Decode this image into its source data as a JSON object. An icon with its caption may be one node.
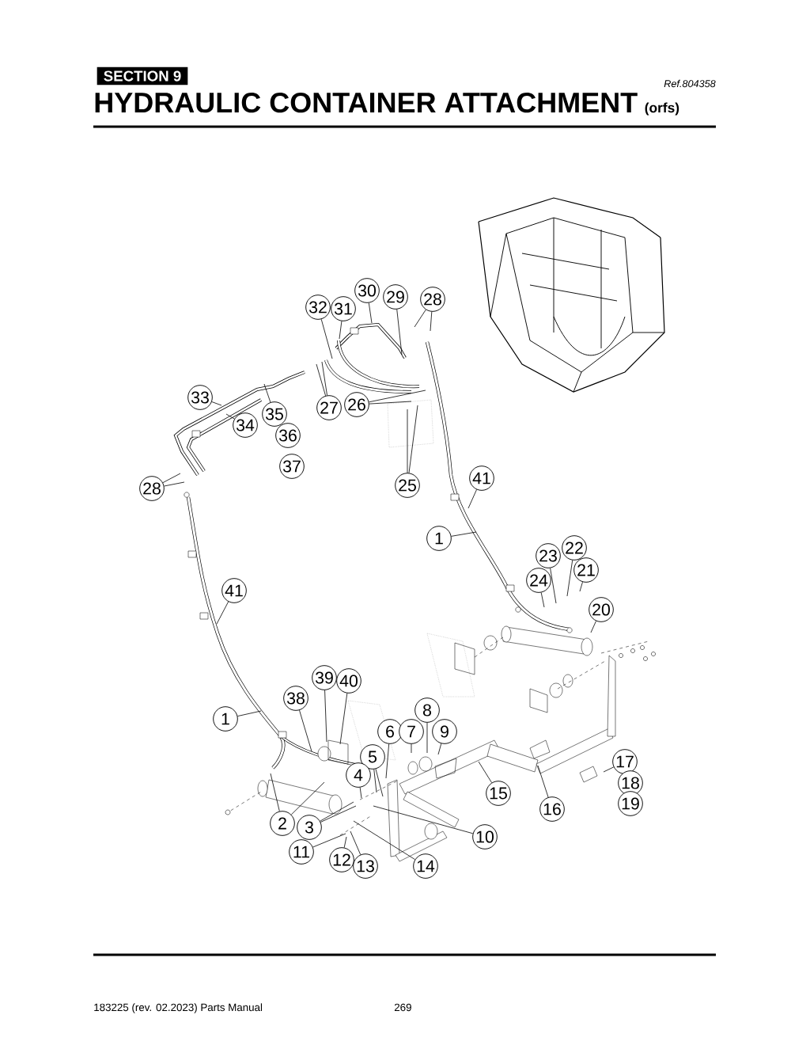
{
  "diagram": {
    "title": "HYDRAULIC CONTAINER ATTACHMENT",
    "nodes": [
      {
        "text": [
          "SECTION 9"
        ]
      },
      {
        "text": [
          "30"
        ]
      },
      {
        "text": [
          "29"
        ]
      },
      {
        "text": [
          "28"
        ]
      },
      {
        "text": [
          "32"
        ]
      },
      {
        "text": [
          "31"
        ]
      },
      {
        "text": [
          "33"
        ]
      },
      {
        "text": [
          "26"
        ]
      },
      {
        "text": [
          "27"
        ]
      },
      {
        "text": [
          "35"
        ]
      },
      {
        "text": [
          "34"
        ]
      },
      {
        "text": [
          "36"
        ]
      },
      {
        "text": [
          "37"
        ]
      },
      {
        "text": [
          "41"
        ]
      },
      {
        "text": [
          "25"
        ]
      },
      {
        "text": [
          "28"
        ]
      },
      {
        "text": [
          "1"
        ]
      },
      {
        "text": [
          "22"
        ]
      },
      {
        "text": [
          "23"
        ]
      },
      {
        "text": [
          "21"
        ]
      },
      {
        "text": [
          "24"
        ]
      },
      {
        "text": [
          "41"
        ]
      },
      {
        "text": [
          "20"
        ]
      },
      {
        "text": [
          "39"
        ]
      },
      {
        "text": [
          "40"
        ]
      },
      {
        "text": [
          "38"
        ]
      },
      {
        "text": [
          "8"
        ]
      },
      {
        "text": [
          "1"
        ]
      },
      {
        "text": [
          "6"
        ]
      },
      {
        "text": [
          "7"
        ]
      },
      {
        "text": [
          "9"
        ]
      },
      {
        "text": [
          "5"
        ]
      },
      {
        "text": [
          "17"
        ]
      },
      {
        "text": [
          "4"
        ]
      },
      {
        "text": [
          "18"
        ]
      },
      {
        "text": [
          "15"
        ]
      },
      {
        "text": [
          "19"
        ]
      },
      {
        "text": [
          "16"
        ]
      },
      {
        "text": [
          "2"
        ]
      },
      {
        "text": [
          "3"
        ]
      },
      {
        "text": [
          "10"
        ]
      },
      {
        "text": [
          "11"
        ]
      },
      {
        "text": [
          "12"
        ]
      },
      {
        "text": [
          "13"
        ]
      },
      {
        "text": [
          "14"
        ]
      }
    ],
    "edges": [
      {
        "from": 1,
        "to": null,
        "arrow": "none"
      },
      {
        "from": 2,
        "to": null,
        "arrow": "none"
      },
      {
        "from": 3,
        "to": null,
        "arrow": "none"
      },
      {
        "from": 3,
        "to": null,
        "arrow": "none"
      },
      {
        "from": 4,
        "to": null,
        "arrow": "none"
      },
      {
        "from": 5,
        "to": null,
        "arrow": "none"
      },
      {
        "from": 6,
        "to": null,
        "arrow": "none"
      },
      {
        "from": 7,
        "to": null,
        "arrow": "none"
      },
      {
        "from": 7,
        "to": null,
        "arrow": "none"
      },
      {
        "from": 8,
        "to": null,
        "arrow": "none"
      },
      {
        "from": 8,
        "to": null,
        "arrow": "none"
      },
      {
        "from": 9,
        "to": null,
        "arrow": "none"
      },
      {
        "from": 10,
        "to": null,
        "arrow": "none"
      },
      {
        "from": 13,
        "to": null,
        "arrow": "none"
      },
      {
        "from": 14,
        "to": null,
        "arrow": "none"
      },
      {
        "from": 14,
        "to": null,
        "arrow": "none"
      },
      {
        "from": 15,
        "to": null,
        "arrow": "none"
      },
      {
        "from": 15,
        "to": null,
        "arrow": "none"
      },
      {
        "from": 16,
        "to": null,
        "arrow": "none"
      },
      {
        "from": 17,
        "to": null,
        "arrow": "none"
      },
      {
        "from": 18,
        "to": null,
        "arrow": "none"
      },
      {
        "from": 19,
        "to": null,
        "arrow": "none"
      },
      {
        "from": 20,
        "to": null,
        "arrow": "none"
      },
      {
        "from": 21,
        "to": null,
        "arrow": "none"
      },
      {
        "from": 22,
        "to": null,
        "arrow": "none"
      },
      {
        "from": 23,
        "to": null,
        "arrow": "none"
      },
      {
        "from": 24,
        "to": null,
        "arrow": "none"
      },
      {
        "from": 25,
        "to": null,
        "arrow": "none"
      },
      {
        "from": 26,
        "to": null,
        "arrow": "none"
      },
      {
        "from": 27,
        "to": null,
        "arrow": "none"
      },
      {
        "from": 28,
        "to": null,
        "arrow": "none"
      },
      {
        "from": 29,
        "to": null,
        "arrow": "none"
      },
      {
        "from": 30,
        "to": null,
        "arrow": "none"
      },
      {
        "from": 31,
        "to": null,
        "arrow": "none"
      },
      {
        "from": 31,
        "to": null,
        "arrow": "none"
      },
      {
        "from": 32,
        "to": null,
        "arrow": "none"
      },
      {
        "from": 33,
        "to": null,
        "arrow": "none"
      },
      {
        "from": 35,
        "to": null,
        "arrow": "none"
      },
      {
        "from": 37,
        "to": null,
        "arrow": "none"
      },
      {
        "from": 38,
        "to": null,
        "arrow": "none"
      },
      {
        "from": 38,
        "to": null,
        "arrow": "none"
      },
      {
        "from": 39,
        "to": null,
        "arrow": "none"
      },
      {
        "from": 39,
        "to": null,
        "arrow": "none"
      },
      {
        "from": 40,
        "to": null,
        "arrow": "none"
      },
      {
        "from": 41,
        "to": null,
        "arrow": "none"
      },
      {
        "from": 42,
        "to": null,
        "arrow": "none"
      },
      {
        "from": 43,
        "to": null,
        "arrow": "none"
      },
      {
        "from": 44,
        "to": null,
        "arrow": "none"
      }
    ],
    "labels": [
      "Ref.804358",
      "(orfs)",
      "183225 (rev. 02.2023) Parts Manual",
      "269"
    ]
  }
}
